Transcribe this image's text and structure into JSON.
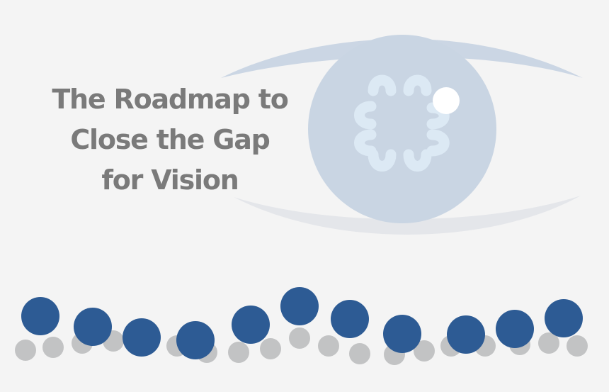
{
  "title": {
    "lines": [
      "The Roadmap to",
      "Close the Gap",
      "for Vision"
    ]
  },
  "colors": {
    "background": "#f4f4f4",
    "title_text": "#7a7a7a",
    "eye_light": "#cbd6e4",
    "iris": "#c9d5e3",
    "eyelid_lower": "#e4e6ea",
    "logo_symbol": "#dce9f4",
    "highlight": "#ffffff",
    "people_blue": "#2d5b94",
    "people_gray": "#c2c3c4"
  },
  "icons": {
    "eye": "eye-illustration",
    "logo": "eight-figure-circle-logo",
    "people": "people-dots"
  }
}
